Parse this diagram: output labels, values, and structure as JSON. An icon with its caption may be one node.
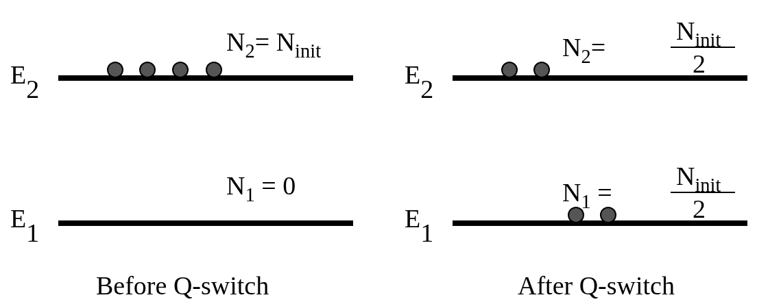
{
  "diagram": {
    "labels": [
      "N$_{2}$= N$_{init}$",
      "N$_{2}$=",
      "N$_{init}$",
      "2",
      "E$_{2}$",
      "E$_{2}$",
      "N$_{1}$ = 0",
      "N$_{1}$ =",
      "N$_{init}$",
      "2",
      "E$_{1}$",
      "E$_{1}$",
      "Before Q-switch",
      "After Q-switch"
    ]
  }
}
